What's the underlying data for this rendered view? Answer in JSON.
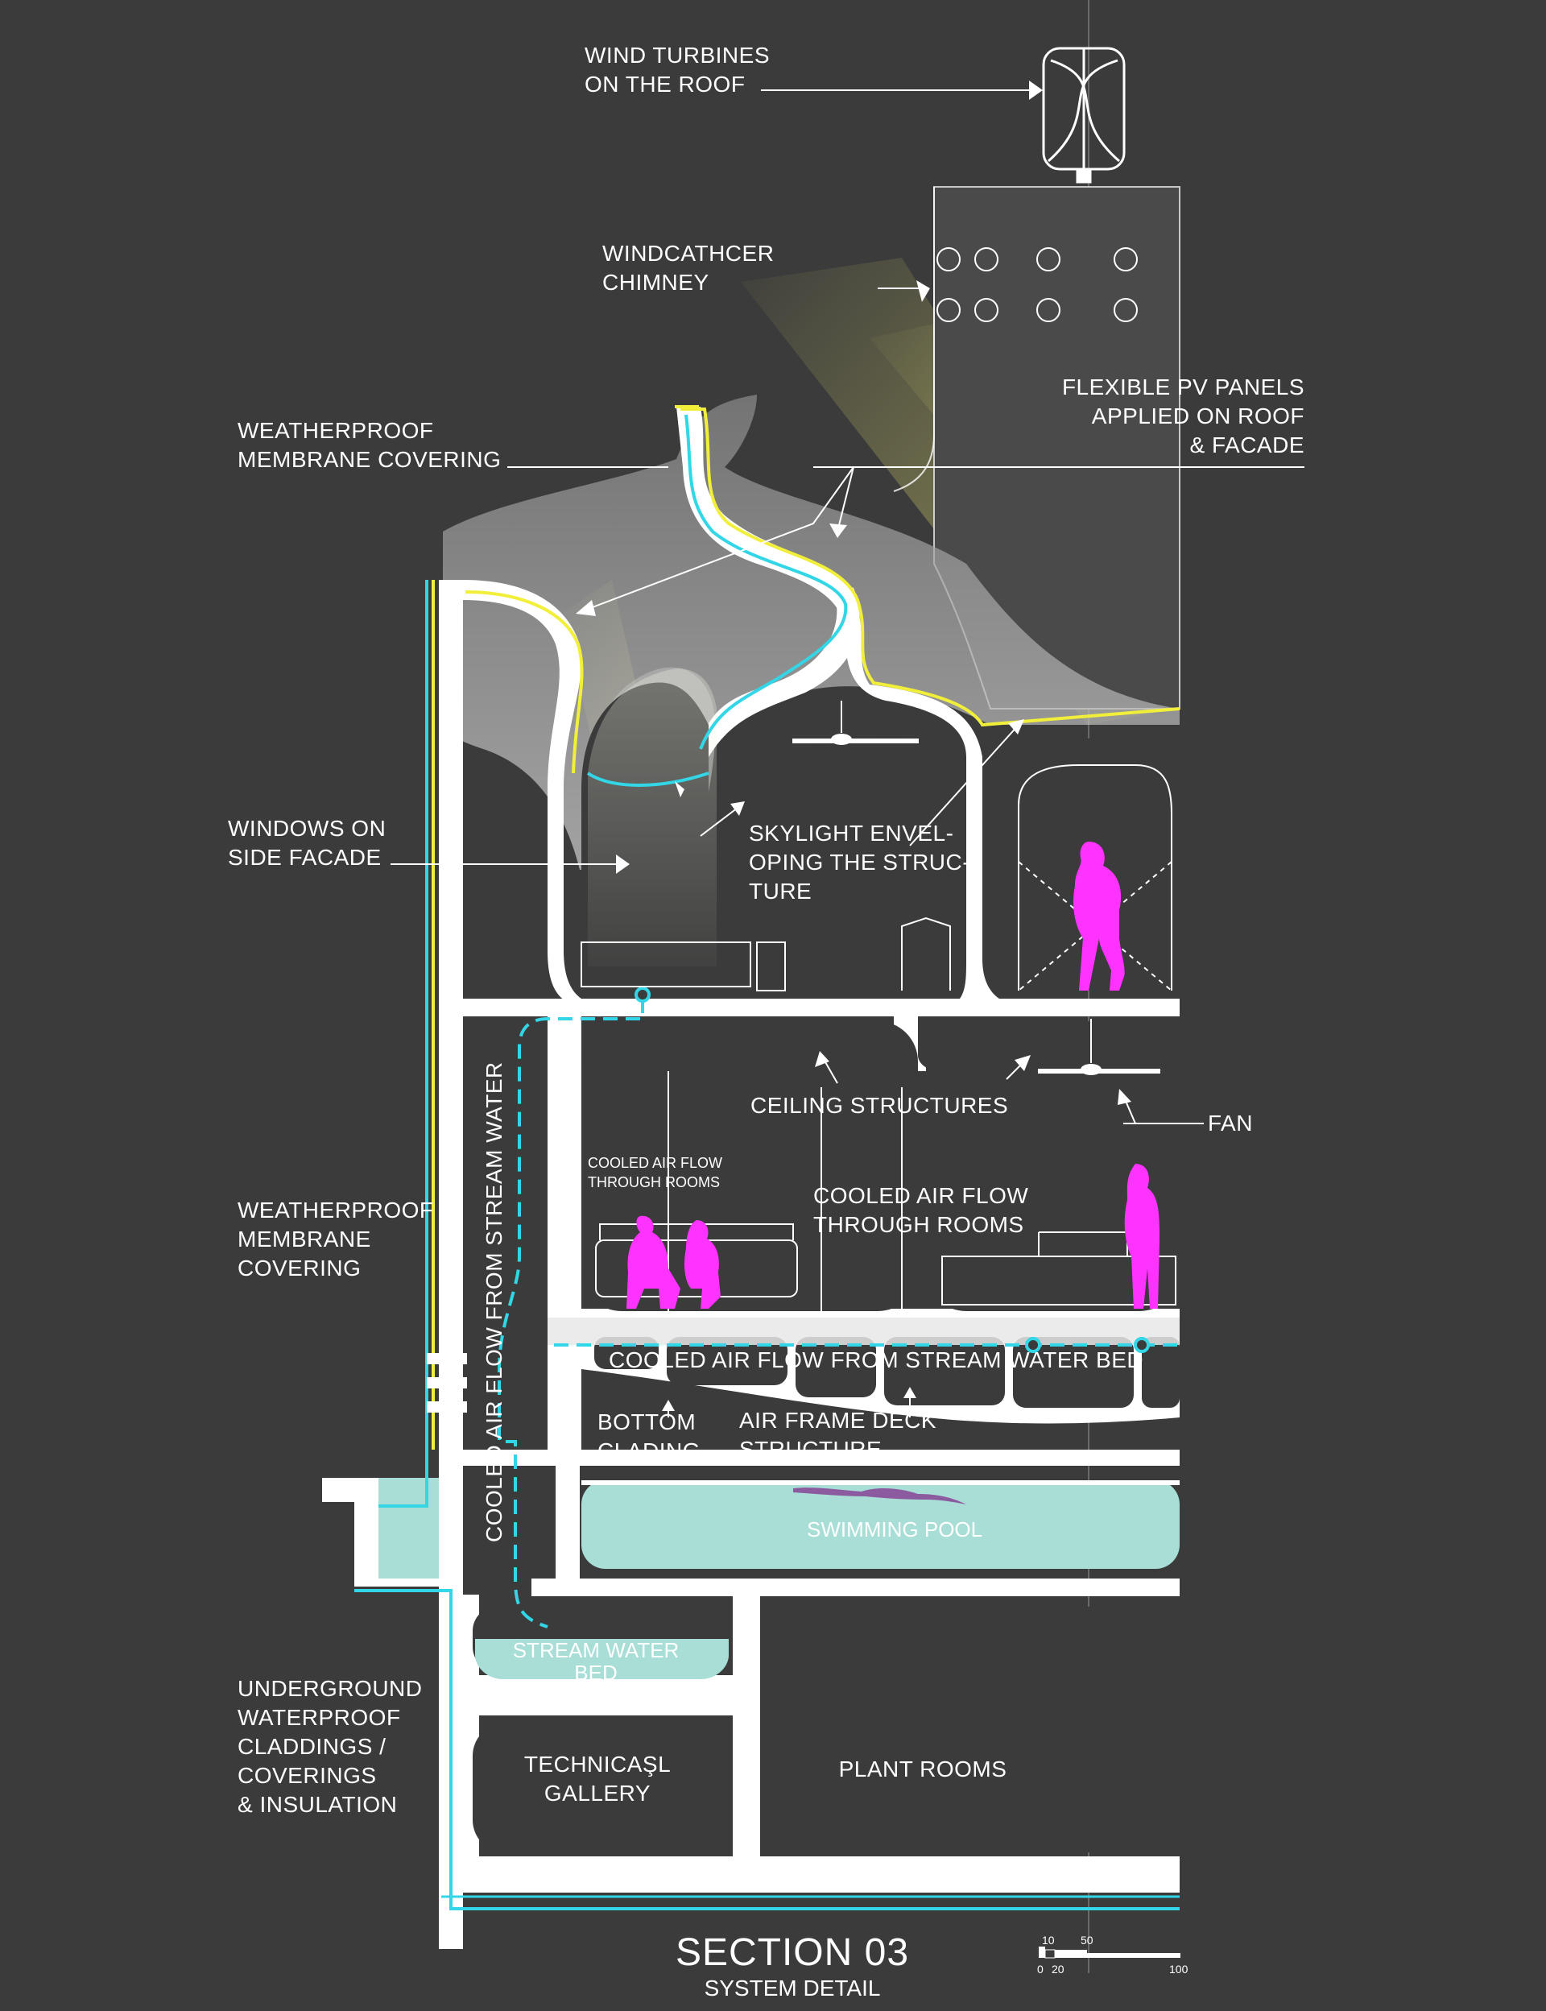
{
  "labels": {
    "wind_turbines": [
      "WIND TURBINES",
      "ON THE ROOF"
    ],
    "windcatcher": [
      "WINDCATHCER",
      "CHIMNEY"
    ],
    "pv_panels": [
      "FLEXIBLE PV PANELS",
      "APPLIED ON ROOF",
      "& FACADE"
    ],
    "membrane_top": [
      "WEATHERPROOF",
      "MEMBRANE COVERING"
    ],
    "windows_side": [
      "WINDOWS ON",
      "SIDE FACADE"
    ],
    "skylight": [
      "SKYLIGHT ENVEL-",
      "OPING THE STRUC-",
      "TURE"
    ],
    "ceiling": "CEILING STRUCTURES",
    "fan": "FAN",
    "cooled_small": [
      "COOLED AIR FLOW",
      "THROUGH ROOMS"
    ],
    "cooled_rooms": [
      "COOLED AIR FLOW",
      "THROUGH ROOMS"
    ],
    "membrane_mid": [
      "WEATHERPROOF",
      "MEMBRANE",
      "COVERING"
    ],
    "vertical_flow": "COOLED AIR FLOW FROM STREAM WATER",
    "deck_flow": "COOLED AIR FLOW FROM STREAM WATER BED",
    "bottom_clading": [
      "BOTTOM",
      "CLADING"
    ],
    "air_frame": [
      "AIR FRAME DECK",
      "STRUCTURE"
    ],
    "swimming_pool": "SWIMMING POOL",
    "stream_bed": [
      "STREAM WATER",
      "BED"
    ],
    "underground": [
      "UNDERGROUND",
      "WATERPROOF",
      "CLADDINGS /",
      "COVERINGS",
      "& INSULATION"
    ],
    "technical": [
      "TECHNICAŞL",
      "GALLERY"
    ],
    "plant_rooms": "PLANT ROOMS"
  },
  "title": "SECTION 03",
  "subtitle": "SYSTEM DETAIL",
  "scale_bar": {
    "top_ticks": [
      "10",
      "50"
    ],
    "bottom_ticks": [
      "0",
      "20",
      "100"
    ]
  },
  "colors": {
    "background": "#3b3b3b",
    "structure": "#ffffff",
    "water": "#a8ded6",
    "airflow": "#33d6e6",
    "pv": "#f2ef3a",
    "people": "#ff33ff",
    "sunlight": "#d9d77a"
  }
}
